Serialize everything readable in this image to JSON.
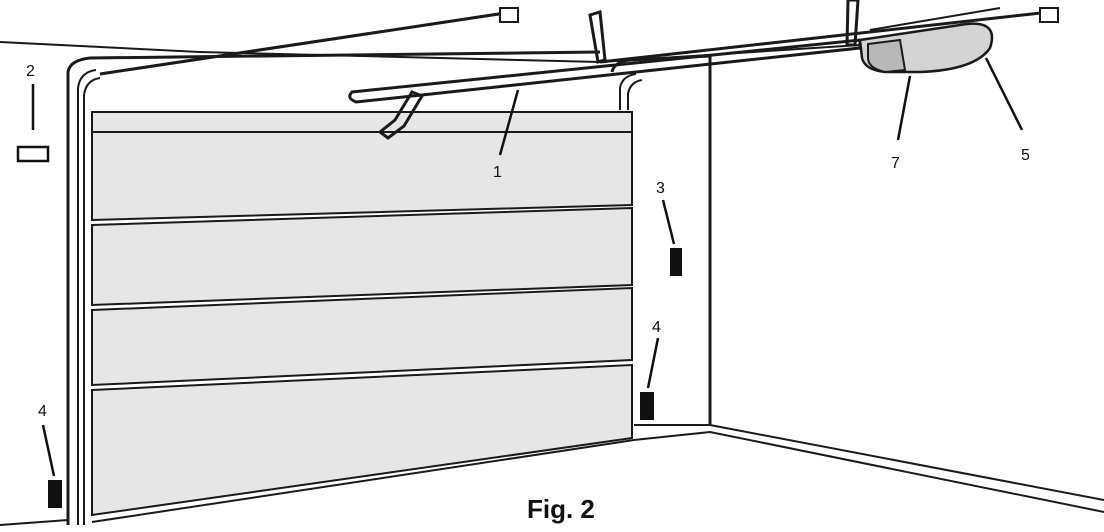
{
  "figure": {
    "caption": "Fig. 2",
    "callouts": [
      {
        "id": "rail",
        "text": "1"
      },
      {
        "id": "wall-button",
        "text": "2"
      },
      {
        "id": "right-sensor-upper",
        "text": "3"
      },
      {
        "id": "right-sensor-lower",
        "text": "4"
      },
      {
        "id": "left-sensor",
        "text": "4"
      },
      {
        "id": "motor-unit",
        "text": "5"
      },
      {
        "id": "motor-light",
        "text": "7"
      }
    ]
  }
}
